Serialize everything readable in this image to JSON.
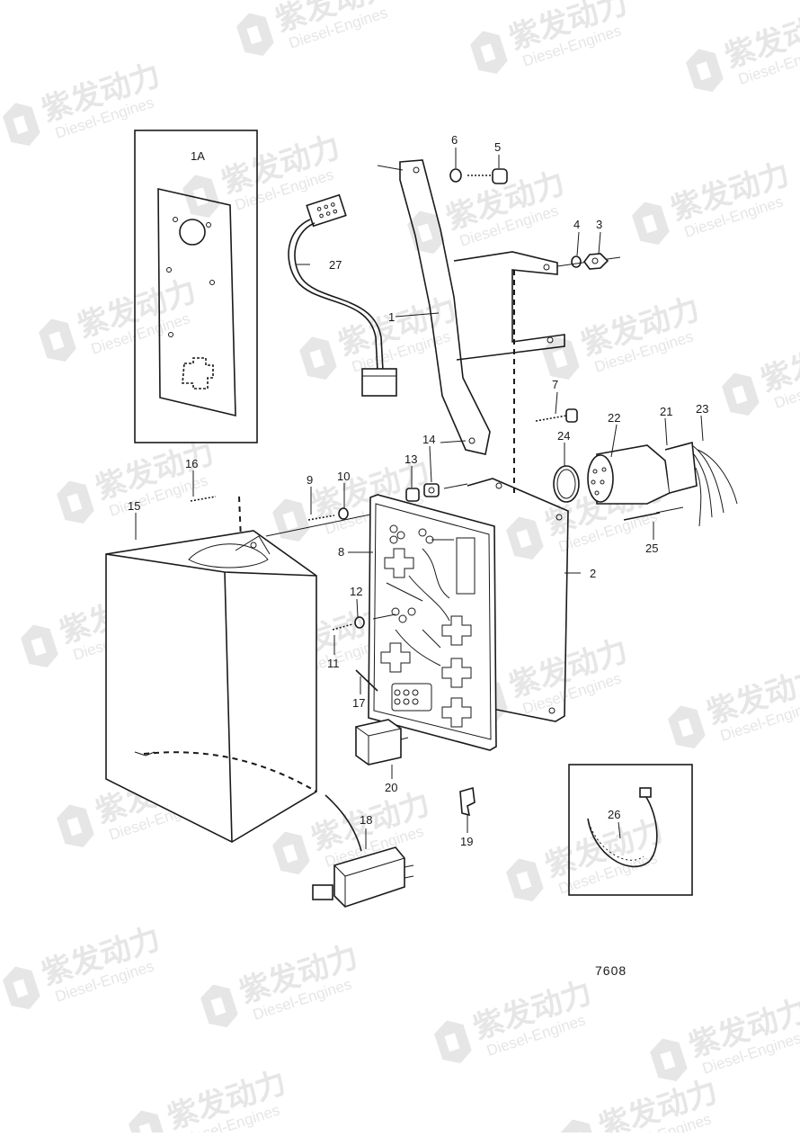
{
  "labels": {
    "l1A": "1A",
    "l1": "1",
    "l2": "2",
    "l3": "3",
    "l4": "4",
    "l5": "5",
    "l6": "6",
    "l7": "7",
    "l8": "8",
    "l9": "9",
    "l10": "10",
    "l11": "11",
    "l12": "12",
    "l13": "13",
    "l14": "14",
    "l15": "15",
    "l16": "16",
    "l17": "17",
    "l18": "18",
    "l19": "19",
    "l20": "20",
    "l21": "21",
    "l22": "22",
    "l23": "23",
    "l24": "24",
    "l25": "25",
    "l26": "26",
    "l27": "27"
  },
  "figure_number": "7608",
  "watermark": {
    "brand_cn": "紫发动力",
    "brand_en": "Diesel-Engines"
  },
  "colors": {
    "ink": "#1a1a1a",
    "paper": "#ffffff",
    "watermark": "#e6e6e6"
  }
}
